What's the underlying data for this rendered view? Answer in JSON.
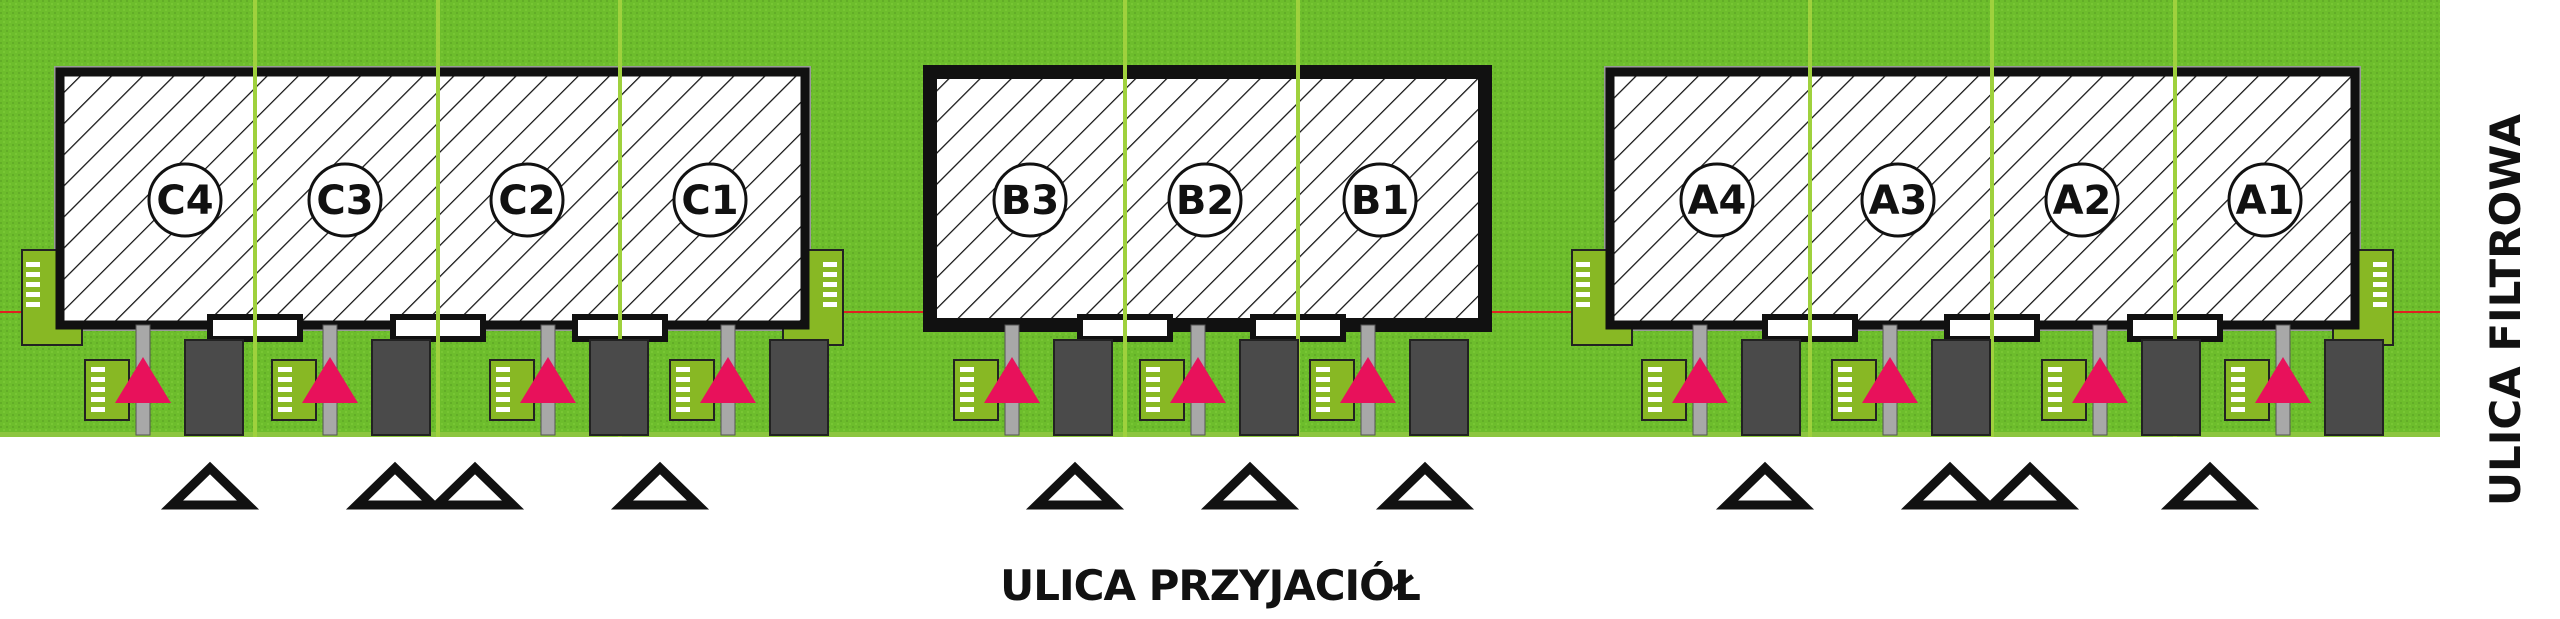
{
  "colors": {
    "lawn": "#6dbd2c",
    "lawn_dark": "#5aa324",
    "plot_line": "#9fd13d",
    "terrace": "#88b824",
    "wall": "#111111",
    "roof_hatch": "#ffffff",
    "road_strip": "#4a4a4a",
    "walkway": "#a8a8a8",
    "entry_arrow": "#e8115b",
    "boundary_line": "#e02020",
    "parking_marker": "#111111"
  },
  "buildings": [
    {
      "name": "building-c",
      "units": [
        "C4",
        "C3",
        "C2",
        "C1"
      ]
    },
    {
      "name": "building-b",
      "units": [
        "B3",
        "B2",
        "B1"
      ]
    },
    {
      "name": "building-a",
      "units": [
        "A4",
        "A3",
        "A2",
        "A1"
      ]
    }
  ],
  "streets": {
    "bottom": "ULICA PRZYJACIÓŁ",
    "right": "ULICA FILTROWA"
  },
  "legend_icons": {
    "entry": "entrance-arrow-icon",
    "parking": "parking-triangle-icon"
  }
}
